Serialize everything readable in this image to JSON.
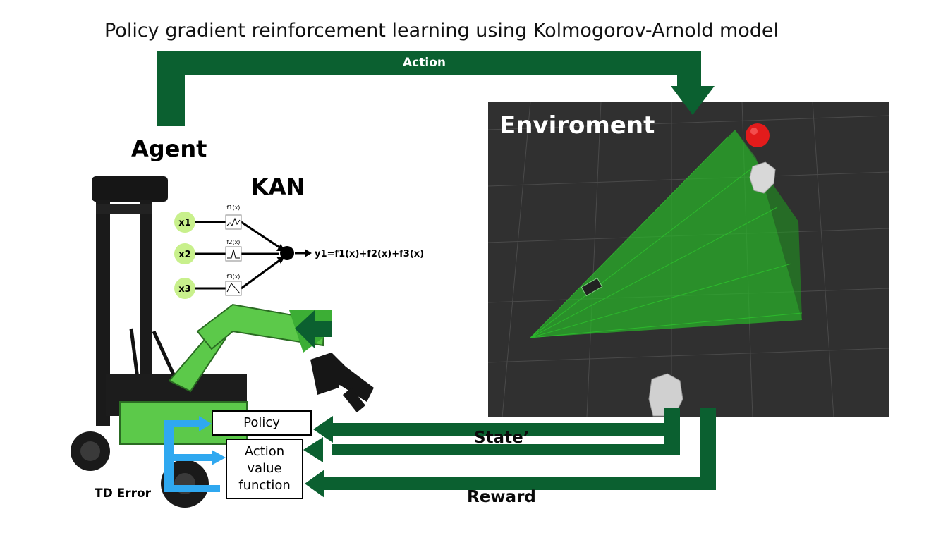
{
  "title": "Policy gradient reinforcement learning using Kolmogorov-Arnold model",
  "agent": {
    "label": "Agent"
  },
  "kan": {
    "label": "KAN",
    "inputs": [
      "x1",
      "x2",
      "x3"
    ],
    "functions": [
      "f1(x)",
      "f2(x)",
      "f3(x)"
    ],
    "output": "y1=f1(x)+f2(x)+f3(x)"
  },
  "environment": {
    "label": "Enviroment"
  },
  "arrows": {
    "action": "Action",
    "state": "State’",
    "reward": "Reward",
    "td_error": "TD Error"
  },
  "boxes": {
    "policy": "Policy",
    "action_value_function": "Action\nvalue\nfunction"
  },
  "colors": {
    "arrow_green": "#0b6030",
    "robot_green": "#5cc94a",
    "node_green": "#c8f08c",
    "td_blue": "#2fa8f0",
    "env_bg": "#303030",
    "point_cloud": "#2ecc2e",
    "target_ball": "#e21b1b"
  }
}
